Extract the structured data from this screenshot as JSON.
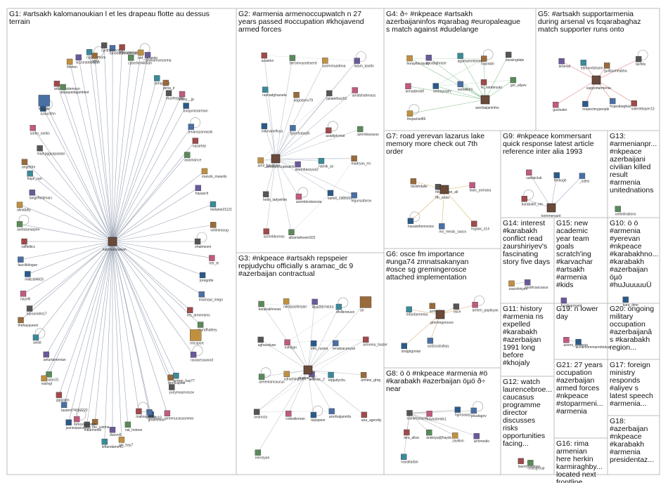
{
  "chart_data": {
    "type": "network",
    "groups": [
      {
        "id": "G1",
        "title_lines": [
          "G1: #artsakh kalomanoukian l et les drapeau flotte au dessus",
          "terrain"
        ],
        "hub": "kalomanoukian",
        "nodes": [
          "faneedahmadzoi3",
          "marcolorige76",
          "cyberhel4lmian",
          "brd_meunier",
          "advillamsesarma",
          "mrhayk19",
          "pena_ir",
          "mushegyan",
          "klasy__jp",
          "torojuniorarman",
          "jenanazarowski",
          "vazartep",
          "aslomance",
          "mancik_maselis",
          "hayasch",
          "melanie21121",
          "velimirooug",
          "ohalmeom",
          "mtr_le",
          "joregotte",
          "machaal_mego",
          "les_armeniens",
          "murafhalbey",
          "rmcsport",
          "ravasesswood",
          "armen_hay77",
          "lyonlcapital",
          "yuriymasevosov",
          "armenucasusnews",
          "ghaleimian",
          "cyrillotr10",
          "malinapardo",
          "nal_helene",
          "arii_hay7",
          "duovn5",
          "leftandame41",
          "the_justme",
          "mkarmenie",
          "tomozapasten",
          "jusnesparsanu3",
          "laurent74052222",
          "gigioidm",
          "zarun31",
          "vaslvgl",
          "anturtamenian",
          "avitdi",
          "thehayqueen",
          "karsonidm17",
          "nazelli",
          "miklzdi4603",
          "fazcitbilogue",
          "raffietlicc",
          "avetisianarpen",
          "alinabdiy",
          "langefieldmarc",
          "haye_ran",
          "angeldm",
          "markaggsapastan",
          "sarko_sarkis",
          "azauchhn",
          "lequipe",
          "anbovesdemoun",
          "atsaquedajambest",
          "firlelon",
          "vizzonidobaljan",
          "rigolloumem",
          "labfa",
          "cynthilaccotian"
        ]
      },
      {
        "id": "G2",
        "title_lines": [
          "G2: #armenia armenoccupwatch n 27",
          "years passed #occupation #khojavend",
          "armed forces"
        ],
        "hub": "armenoccupwatch",
        "nodes": [
          "azasten",
          "bersenoyodeserd",
          "karimmuadeoa",
          "latam_kastin",
          "rashadghazada",
          "nagotserv79",
          "juliatelfozy92",
          "amidshahmass",
          "mikevinelfoya",
          "fgorchubaylli",
          "azadiplomat",
          "azembassyus",
          "amil_fatalliyev",
          "azembassyus2",
          "namik_az",
          "madryas_mi",
          "hello_ladywhite",
          "azembindonesia",
          "kamill_1985002",
          "elgunsafarov",
          "azembkoreas",
          "albaniahesen922"
        ]
      },
      {
        "id": "G3",
        "title_lines": [
          "G3: #nkpeace #artsakh repspeier",
          "repjudychu officially s aramac_dc 9",
          "#azerbaijan contractual"
        ],
        "hub": "aramac_dc",
        "nodes": [
          "karabakhnews",
          "nikolpashinyan",
          "lilya25574151",
          "dfvilleneuve",
          "un",
          "aghavalyan",
          "mihrijan",
          "info_russia",
          "lenatsacanyan",
          "armenia_baster",
          "armeniancaucus",
          "cdrashingtoon",
          "aramac_2",
          "repjudychu",
          "armine_ghrg",
          "avanoza",
          "colwalleman",
          "repspeier",
          "azerbaijanmfa",
          "ana_agendiy",
          "nerosyan"
        ]
      },
      {
        "id": "G4",
        "title_lines": [
          "G4: ð÷ #nkpeace #artsakh",
          "azerbaijaninfos #qarabag #europaleague",
          "s match against #dudelange"
        ],
        "hub": "azerbaijaninfos",
        "nodes": [
          "horaylfaraiyaty",
          "ansabghrase",
          "agamammlimed",
          "hasmikh",
          "ssssingdale",
          "annaabodaf",
          "raebayoaev",
          "sartaklm1",
          "le_vardanyan",
          "gor_aliyev",
          "thejackiel86"
        ]
      },
      {
        "id": "G5",
        "title_lines": [
          "G5: #artsakh supportarmenia",
          "during arsenal vs fcqarabaghaz",
          "match supporter runs onto"
        ],
        "hub": "supportarmenia",
        "nodes": [
          "arsenal",
          "edmondsharni",
          "guillaumeabba",
          "lachlis",
          "guclealer",
          "respectmypeople",
          "fcqarabaghaz",
          "valeriebayer13"
        ]
      },
      {
        "id": "G6",
        "title_lines": [
          "G6: osce fm importance",
          "#unga74 zmnatsakanyan",
          "#osce sg gremingerosce",
          "attached implementation"
        ],
        "hub": "gremingerosce",
        "nodes": [
          "mfaofarmenia",
          "armenia",
          "osce",
          "armen_papikyan",
          "dvdgrigorian",
          "azdzsulzaliaq"
        ]
      },
      {
        "id": "G7",
        "title_lines": [
          "G7: road yerevan lazarus lake",
          "memory more check out 7th",
          "order"
        ],
        "hub": "7th_order",
        "nodes": [
          "ravishdalie",
          "mkhitaryan_ali",
          "louls_ysmana",
          "havaisthemvoice",
          "mo_meals_sasco",
          "ingaas_s14"
        ]
      },
      {
        "id": "G8",
        "title_lines": [
          "G8: ö ö #nkpeace #armenia #ö",
          "#karabakh #azerbaijan öµö ð÷",
          "near"
        ],
        "nodes": [
          "xamkhasazla",
          "hayastnmik1",
          "hgmsaasy",
          "pbudagov",
          "lara_aliva",
          "araksya@hayds",
          "zavilion",
          "armmedio",
          "nasatiadan"
        ]
      },
      {
        "id": "G9",
        "title_lines": [
          "G9: #nkpeace kommersant",
          "quick response latest article",
          "reference inter alia 1993"
        ],
        "hub": "kommersant",
        "nodes": [
          "valdaiclub",
          "hntkogh",
          "_satss",
          "karabakh_nm"
        ]
      },
      {
        "id": "G10",
        "title_lines": [
          "G10: ö ö",
          "#armenia",
          "#yerevan",
          "#nkpeace",
          "#karabakhno...",
          "#karabakh",
          "#azerbaijan",
          "öµö",
          "#huJuuuuuÜ"
        ],
        "nodes": [
          "kara_dimr"
        ]
      },
      {
        "id": "G11",
        "title_lines": [
          "G11: history",
          "#armenia ns",
          "expelled",
          "#karabakh",
          "#azerbaijan",
          "1991 long",
          "before",
          "#khojaly"
        ],
        "nodes": []
      },
      {
        "id": "G12",
        "title_lines": [
          "G12: watch",
          "laurencebroe...",
          "caucasus",
          "programme",
          "director",
          "discusses",
          "risks",
          "opportunities",
          "facing..."
        ],
        "nodes": [
          "laurencebroes",
          "crisisgroup"
        ]
      },
      {
        "id": "G13",
        "title_lines": [
          "G13:",
          "#armenianpr...",
          "#nkpeace",
          "azerbaijani",
          "civilian killed",
          "result",
          "#armenia",
          "unitednations"
        ],
        "nodes": [
          "unitednations"
        ]
      },
      {
        "id": "G14",
        "title_lines": [
          "G14: interest",
          "#karabakh",
          "conflict read",
          "zaurshiriyev's",
          "fascinating",
          "story five days"
        ],
        "nodes": [
          "zaurshiriyev",
          "southcaucasus"
        ]
      },
      {
        "id": "G15",
        "title_lines": [
          "G15: new",
          "academic",
          "year team",
          "goals",
          "scratch'ing",
          "#karvachar",
          "#artsakh",
          "#armenia",
          "#kids"
        ],
        "nodes": [
          "fundgarmanit"
        ]
      },
      {
        "id": "G16",
        "title_lines": [
          "G16: rima",
          "armenian",
          "here herkin",
          "karmiraghby...",
          "located next",
          "frontline..."
        ],
        "nodes": []
      },
      {
        "id": "G17",
        "title_lines": [
          "G17: foreign",
          "ministry",
          "responds",
          "#aliyev s",
          "latest speech",
          "#armenia..."
        ],
        "nodes": []
      },
      {
        "id": "G18",
        "title_lines": [
          "G18:",
          "#azerbaijan",
          "#nkpeace",
          "#karabakh",
          "#armenia",
          "presidentaz..."
        ],
        "nodes": []
      },
      {
        "id": "G19",
        "title_lines": [
          "G19: n lower",
          "day"
        ],
        "nodes": [
          "azerni_armenia",
          "achikmommarmitedua"
        ]
      },
      {
        "id": "G20",
        "title_lines": [
          "G20: ongoing",
          "military",
          "occupation",
          "#azerbaijanâ",
          "s #karabakh",
          "region..."
        ],
        "nodes": []
      },
      {
        "id": "G21",
        "title_lines": [
          "G21: 27 years",
          "occupation",
          "#azerbaijan",
          "armed forces",
          "#nkpeace",
          "#stoparmeni...",
          "#armenia"
        ],
        "nodes": []
      }
    ]
  }
}
